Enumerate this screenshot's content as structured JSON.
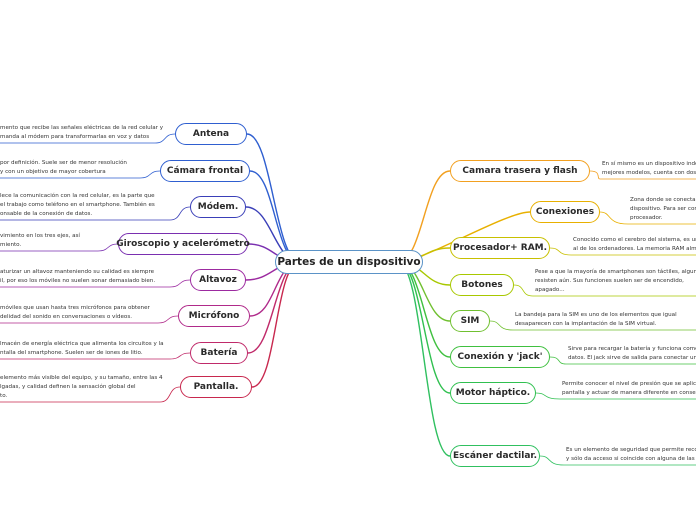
{
  "center": {
    "label": "Partes de un dispositivo"
  },
  "left": [
    {
      "label": "Antena",
      "color": "#2f5fd0",
      "note": [
        "mento que recibe las señales eléctricas de la red celular y",
        "manda al módem para transformarlas en voz y datos"
      ]
    },
    {
      "label": "Cámara frontal",
      "color": "#2f5fd0",
      "note": [
        "por definición. Suele ser de menor resolución",
        "y con un objetivo de mayor cobertura"
      ]
    },
    {
      "label": "Módem.",
      "color": "#3a3fb8",
      "note": [
        "lece la comunicación con la red celular, es la parte que",
        "el trabajo como teléfono en el smartphone. También es",
        "onsable de la conexión de datos."
      ]
    },
    {
      "label": "Giroscopio y acelerómetro",
      "color": "#7a2fb0",
      "note": [
        "vimiento en los tres ejes, así",
        "miento."
      ]
    },
    {
      "label": "Altavoz",
      "color": "#9c2aa0",
      "note": [
        "aturizar un altavoz manteniendo su calidad es siempre",
        "il, por eso los móviles no suelen sonar demasiado bien."
      ]
    },
    {
      "label": "Micrófono",
      "color": "#b02a8a",
      "note": [
        "móviles que usan hasta tres micrófonos para obtener",
        "delidad del sonido en conversaciones o vídeos."
      ]
    },
    {
      "label": "Batería",
      "color": "#c02a6a",
      "note": [
        "lmacén de energía eléctrica que alimenta los circuitos y la",
        "ntalla del smartphone. Suelen ser de iones de litio."
      ]
    },
    {
      "label": "Pantalla.",
      "color": "#c8284e",
      "note": [
        "elemento más visible del equipo, y su tamaño, entre las 4",
        "lgadas, y calidad definen la sensación global del",
        "to."
      ]
    }
  ],
  "right": [
    {
      "label": "Camara trasera y flash",
      "color": "#f2a020",
      "note": [
        "En sí mismo es un dispositivo inde",
        "mejores modelos, cuenta con dos"
      ]
    },
    {
      "label": "Conexiones",
      "color": "#e8b000",
      "note": [
        "Zona donde se conecta",
        "dispositivo. Para ser con",
        "procesador."
      ]
    },
    {
      "label": "Procesador+ RAM.",
      "color": "#c8c000",
      "note": [
        "Conocido como el cerebro del sistema, es un",
        "al de los ordenadores. La memoria RAM alm"
      ]
    },
    {
      "label": "Botones",
      "color": "#a8c800",
      "note": [
        "Pese a que la mayoría de smartphones son táctiles, alguno",
        "resisten aún. Sus funciones suelen ser de encendido,",
        "apagado..."
      ]
    },
    {
      "label": "SIM",
      "color": "#70c030",
      "note": [
        "La bandeja para la SIM es uno de los elementos que igual",
        "desaparecen con la implantación de la SIM virtual."
      ]
    },
    {
      "label": "Conexión y 'jack'",
      "color": "#40c040",
      "note": [
        "Sirve para recargar la batería y funciona como",
        "datos. El jack sirve de salida para conectar un"
      ]
    },
    {
      "label": "Motor háptico.",
      "color": "#30c050",
      "note": [
        "Permite conocer el nivel de presión que se aplica",
        "pantalla y actuar de manera diferente en consec"
      ]
    },
    {
      "label": "Escáner dactilar.",
      "color": "#30c060",
      "note": [
        "Es un elemento de seguridad que permite reco",
        "y sólo da acceso si coincide con alguna de las a"
      ]
    }
  ]
}
